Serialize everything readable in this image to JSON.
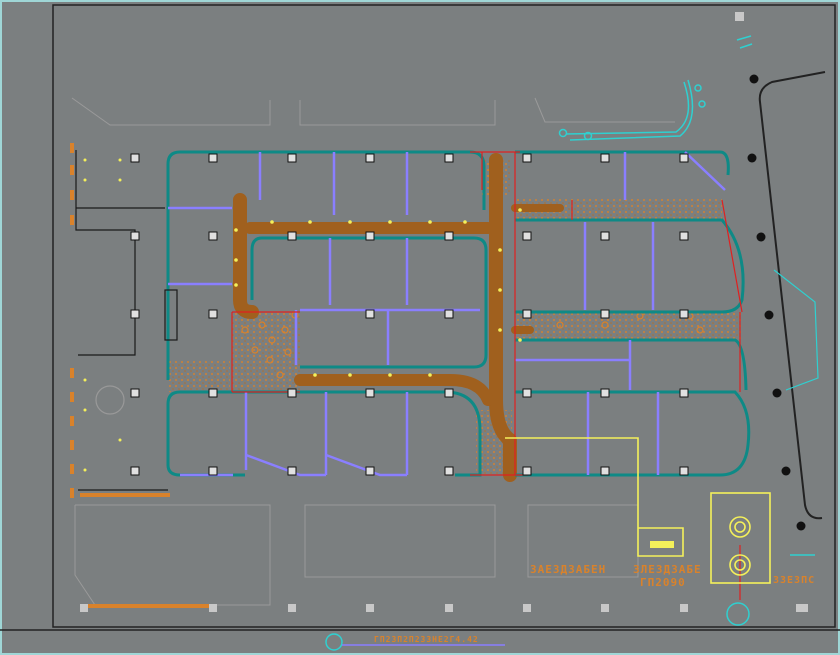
{
  "drawing": {
    "colors": {
      "background": "#7b7f80",
      "frame": "#9fd6d6",
      "wall": "#0e8a86",
      "partition": "#8a7fff",
      "path": "#a0601e",
      "path_dots": "#d9822b",
      "lamp": "#f4f05a",
      "red_line": "#e02020",
      "cyan": "#2fd0d0",
      "tree": "#111111",
      "column": "#d6d6d6"
    },
    "labels": [
      {
        "id": "label-left",
        "text": "ЗАЕЗДЗАБЕН"
      },
      {
        "id": "label-mid-1",
        "text": "ЗЛЕЗДЗАБЕ"
      },
      {
        "id": "label-mid-2",
        "text": "ГП2090"
      },
      {
        "id": "label-right",
        "text": "ЗЗЕЗПС"
      },
      {
        "id": "label-bottom",
        "text": "ГП2ЗП2П2ЗЗНЕ2Г4.42"
      }
    ]
  }
}
